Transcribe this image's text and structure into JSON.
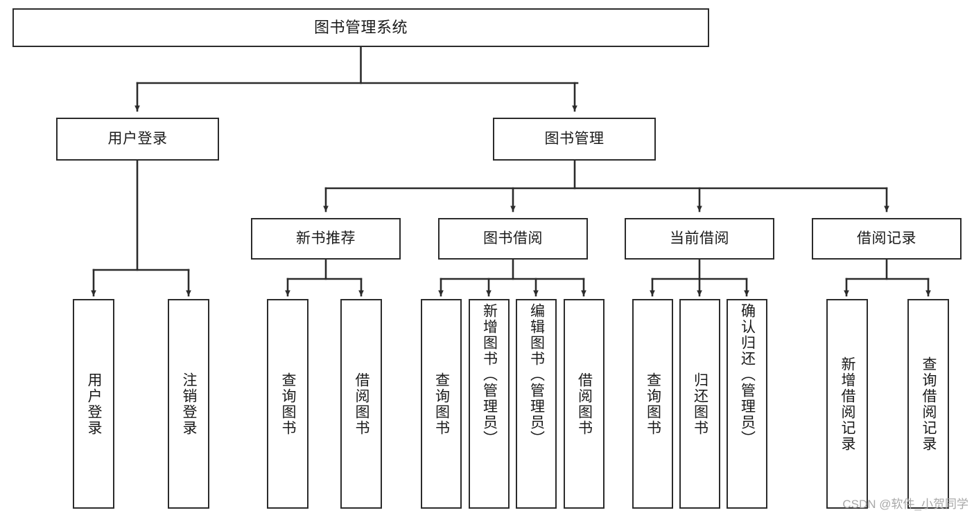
{
  "diagram": {
    "type": "hierarchy-tree",
    "title": "图书管理系统",
    "watermark": "CSDN @软件_小贺同学",
    "colors": {
      "stroke": "#2b2b2b",
      "fill": "#ffffff",
      "text": "#1a1a1a",
      "watermark": "#a8a8a8"
    },
    "nodes": {
      "root": {
        "label": "图书管理系统"
      },
      "level2": [
        {
          "label": "用户登录"
        },
        {
          "label": "图书管理"
        }
      ],
      "level3": [
        {
          "label": "新书推荐"
        },
        {
          "label": "图书借阅"
        },
        {
          "label": "当前借阅"
        },
        {
          "label": "借阅记录"
        }
      ],
      "leaves": {
        "user_login": [
          {
            "label": "用户登录"
          },
          {
            "label": "注销登录"
          }
        ],
        "new_book": [
          {
            "label": "查询图书"
          },
          {
            "label": "借阅图书"
          }
        ],
        "book_borrow": [
          {
            "label": "查询图书"
          },
          {
            "label": "新增图书（管理员）"
          },
          {
            "label": "编辑图书（管理员）"
          },
          {
            "label": "借阅图书"
          }
        ],
        "current_borrow": [
          {
            "label": "查询图书"
          },
          {
            "label": "归还图书"
          },
          {
            "label": "确认归还（管理员）"
          }
        ],
        "borrow_record": [
          {
            "label": "新增借阅记录"
          },
          {
            "label": "查询借阅记录"
          }
        ]
      }
    }
  }
}
